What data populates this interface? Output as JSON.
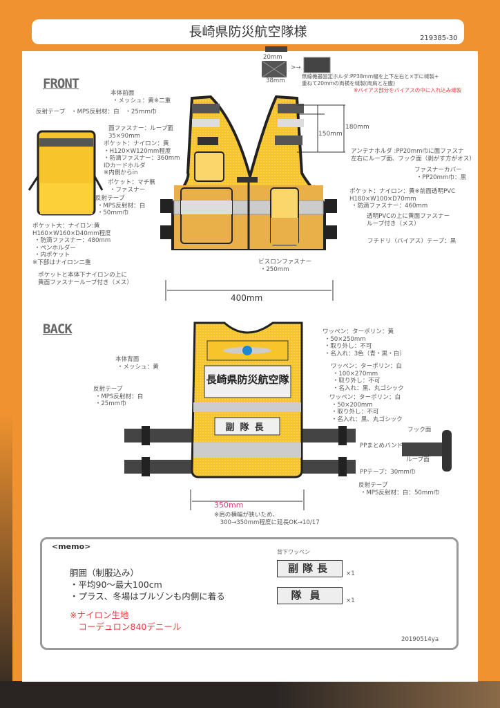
{
  "title": "長崎県防災航空隊様",
  "doc_number": "219385-30",
  "front": {
    "heading": "FRONT",
    "holder_dims": {
      "w20": "20mm",
      "w38": "38mm",
      "arrow": ">→"
    },
    "holder_note": "無線機器固定ホルダ:PP38mm幅を上下左右と×字に縫製+\n重ねて20mmの両横を縫製(両肩と左腹)",
    "holder_note_red": "※バイアス部分をバイアスの中に入れ込み縫製",
    "labels": {
      "body": "本体前面\n ・メッシュ：黄※二重",
      "reflect_top": "反射テープ　・MPS反射材：白　・25ｍｍ巾",
      "velcro": "面ファスナー：ループ面\n35×90mm",
      "pocket_small": "ポケット：ナイロン：黄\n・H120×W120mm程度\n・防滴ファスナー：360mm\nIDカードホルダ\n※内側からin",
      "pocket_flat": "ポケット：マチ無\n ・ファスナー",
      "reflect_mid": "反射テープ\n ・MPS反射材：白\n ・50ｍｍ巾",
      "pocket_large": "ポケット大：ナイロン:黄\nH160×W160×D40mm程度\n ・防滴ファスナー：480mm\n ・ペンホルダー\n ・内ポケット\n※下部はナイロン二重",
      "pocket_velcro": "ポケットと本体下ナイロンの上に\n黄面ファスナーループ付き（メス）",
      "zipper": "ビスロンファスナー\n ・250mm",
      "antenna": "アンテナホルダ :PP20mm巾に面ファスナ\n左右にループ面、フック面（剥がす方がオス）",
      "cover": "ファスナーカバー\n ・PP20mm巾：黒",
      "pocket_pvc": "ポケット：ナイロン：黄※前面透明PVC\nH180×W100×D70mm\n ・防滴ファスナー：460mm",
      "pvc_velcro": "透明PVCの上に黄面ファスナー\nループ付き（メス）",
      "binding": "フチドリ（バイアス）テープ：黒"
    },
    "dim_180": "180mm",
    "dim_150": "150mm",
    "width": "400mm"
  },
  "back": {
    "heading": "BACK",
    "patch_main": "長崎県防災航空隊",
    "patch_rank": "副隊長",
    "labels": {
      "body": "本体背面\n ・メッシュ：黄",
      "reflect": "反射テープ\n ・MPS反射材：白\n ・25mm巾",
      "patch1": "ワッペン：ターポリン：黄\n ・50×250mm\n ・取り外し：不可\n ・名入れ：3色（青・黒・白）",
      "patch2": "ワッペン：ターポリン：白\n ・100×270mm\n ・取り外し：不可\n ・名入れ：黒、丸ゴシック",
      "patch3": "ワッペン：ターポリン：白\n ・50×200mm\n ・取り外し：不可\n ・名入れ：黒、丸ゴシック",
      "hook": "フック面",
      "band": "PPまとめバンド",
      "loop": "ループ面",
      "tape": "PPテープ：30mm巾",
      "reflect2": "反射テープ\n ・MPS反射材：白：50mm巾"
    },
    "width": "350mm",
    "width_note": "※肩の横幅が狭いため、\n　300→350mm程度に延長OK→10/17"
  },
  "memo": {
    "heading": "<memo>",
    "line1": "胴囲（制服込み）",
    "line2": "・平均90～最大100cm",
    "line3": "・プラス、冬場はブルゾンも内側に着る",
    "red1": "※ナイロン生地",
    "red2": "　コーデュロン840デニール",
    "patch_title": "背下ワッペン",
    "patch1": "副隊長",
    "patch1_qty": "×1",
    "patch2": "隊員",
    "patch2_qty": "×1",
    "signature": "20190514ya"
  }
}
